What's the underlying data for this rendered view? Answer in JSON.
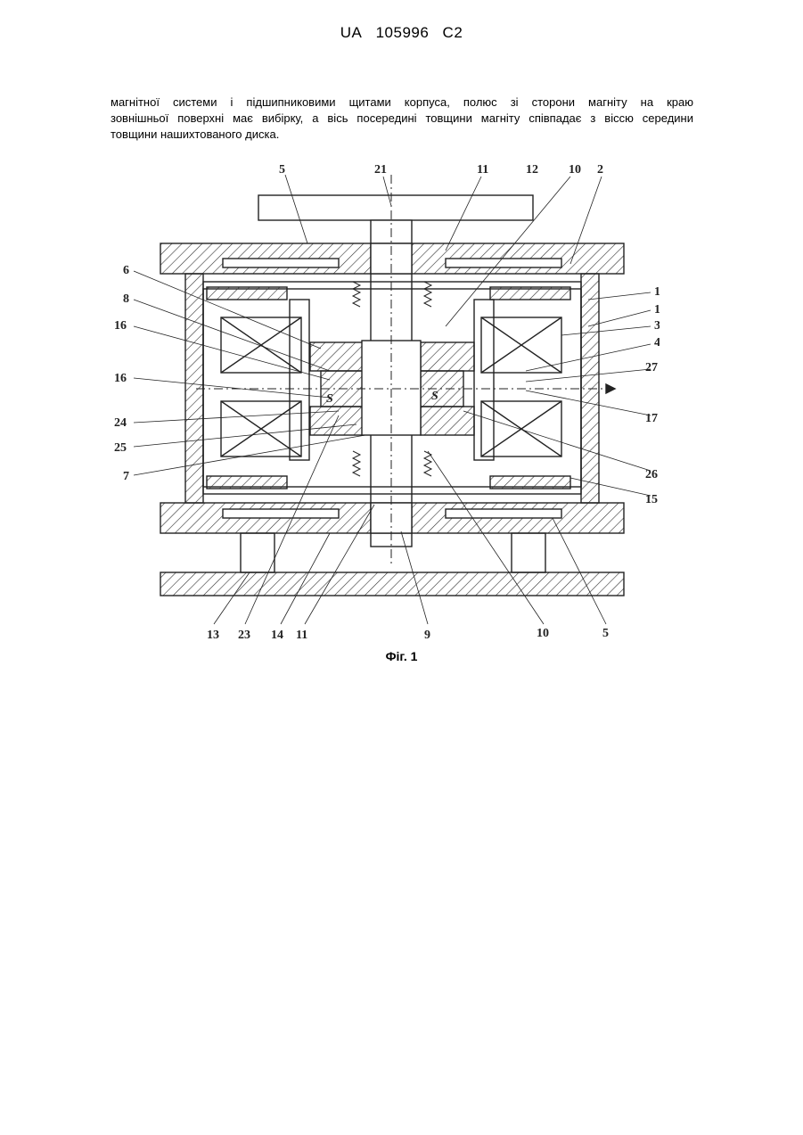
{
  "header": {
    "country": "UA",
    "number": "105996",
    "kind": "C2"
  },
  "body": {
    "lines": [
      "магнітної системи і підшипниковими щитами корпуса, полюс зі сторони магніту на краю",
      "зовнішньої поверхні має вибірку, а вісь посередині товщини магніту співпадає з віссю середини",
      "товщини нашихтованого диска."
    ]
  },
  "figure": {
    "caption": "Фіг. 1",
    "labels": {
      "top": [
        "5",
        "21",
        "11",
        "12",
        "10",
        "2"
      ],
      "left": [
        "6",
        "8",
        "16",
        "16",
        "24",
        "25",
        "7"
      ],
      "right": [
        "15",
        "1",
        "3",
        "4",
        "27",
        "17",
        "26",
        "15"
      ],
      "bottom": [
        "13",
        "23",
        "14",
        "11",
        "9",
        "10",
        "5"
      ],
      "inner": [
        "S",
        "S"
      ]
    }
  },
  "colors": {
    "ink": "#222222",
    "hatch": "#333333"
  }
}
